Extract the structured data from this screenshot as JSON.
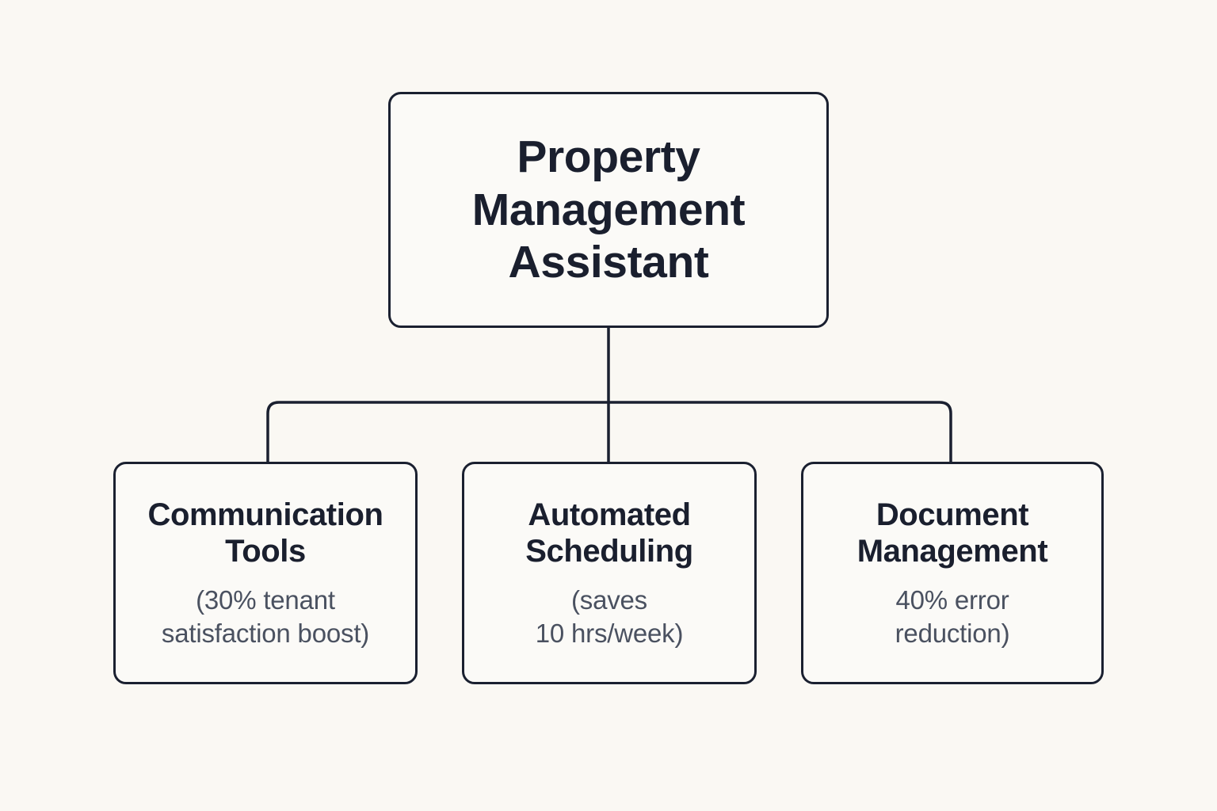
{
  "diagram": {
    "type": "hierarchy-tree",
    "background_color": "#faf8f3",
    "node_fill_color": "#fbfaf7",
    "stroke_color": "#1a2030",
    "title_color": "#1a1f2e",
    "subtitle_color": "#4a5160",
    "root": {
      "title": "Property Management Assistant",
      "title_lines": [
        "Property",
        "Management",
        "Assistant"
      ]
    },
    "children": [
      {
        "title": "Communication Tools",
        "title_lines": [
          "Communication",
          "Tools"
        ],
        "subtitle": "(30% tenant satisfaction boost)",
        "subtitle_lines": [
          "(30% tenant",
          "satisfaction boost)"
        ]
      },
      {
        "title": "Automated Scheduling",
        "title_lines": [
          "Automated",
          "Scheduling"
        ],
        "subtitle": "(saves 10 hrs/week)",
        "subtitle_lines": [
          "(saves",
          "10 hrs/week)"
        ]
      },
      {
        "title": "Document Management",
        "title_lines": [
          "Document",
          "Management"
        ],
        "subtitle": "40% error reduction)",
        "subtitle_lines": [
          "40% error",
          "reduction)"
        ]
      }
    ]
  }
}
